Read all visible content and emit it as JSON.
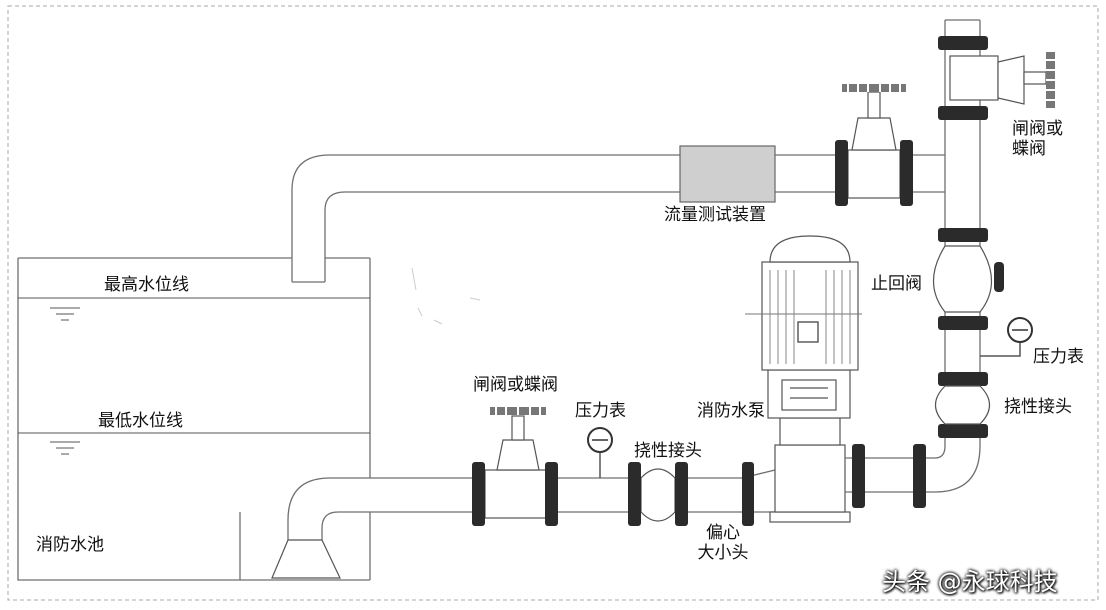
{
  "labels": {
    "highest_water_line": "最高水位线",
    "lowest_water_line": "最低水位线",
    "fire_pool": "消防水池",
    "gate_or_butterfly_valve_left": "闸阀或蝶阀",
    "pressure_gauge_left": "压力表",
    "flexible_joint_left": "挠性接头",
    "eccentric_reducer_line1": "偏心",
    "eccentric_reducer_line2": "大小头",
    "fire_pump": "消防水泵",
    "flow_test_device": "流量测试装置",
    "check_valve": "止回阀",
    "pressure_gauge_right": "压力表",
    "flexible_joint_right": "挠性接头",
    "gate_or_butterfly_valve_right_line1": "闸阀或",
    "gate_or_butterfly_valve_right_line2": "蝶阀"
  },
  "watermark": {
    "text": "头条 @永球科技"
  },
  "colors": {
    "pipe_stroke": "#6f6f6f",
    "flange": "#2b2b2b",
    "flow_device_fill": "#cfcfcf",
    "frame_dash": "#aaaaaa"
  }
}
